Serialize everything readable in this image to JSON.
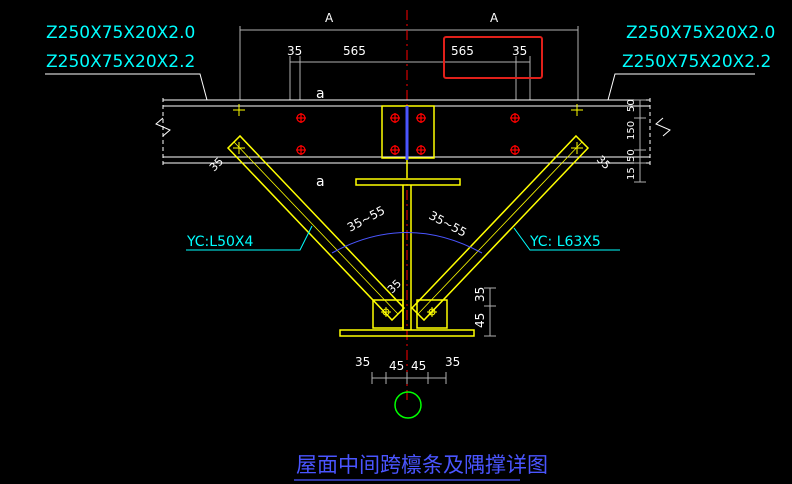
{
  "drawing": {
    "title": "屋面中间跨檩条及隅撑详图",
    "purlin_left_1": "Z250X75X20X2.0",
    "purlin_left_2": "Z250X75X20X2.2",
    "purlin_right_1": "Z250X75X20X2.0",
    "purlin_right_2": "Z250X75X20X2.2",
    "brace_left": "YC:L50X4",
    "brace_right": "YC: L63X5",
    "dim_a_left": "A",
    "dim_a_right": "A",
    "dim_35_tl": "35",
    "dim_565_l": "565",
    "dim_565_r": "565",
    "dim_35_tr": "35",
    "label_a_top": "a",
    "label_a_bottom": "a",
    "angle_left": "35~55",
    "angle_right": "35~55",
    "dim_35_left_end": "35",
    "dim_35_right_end": "35",
    "dim_50_a": "50",
    "dim_150": "150",
    "dim_50_b": "50",
    "dim_15": "15",
    "dim_35_mid": "35",
    "dim_35_vert": "35",
    "dim_45_vert": "45",
    "dim_35_bl": "35",
    "dim_45_bl": "45",
    "dim_45_br": "45",
    "dim_35_br": "35"
  },
  "colors": {
    "background": "#000000",
    "text_cyan": "#00ffff",
    "steel_yellow": "#ffff00",
    "bolt_red": "#ff0000",
    "dim_white": "#ffffff",
    "title_blue": "#4a55ff",
    "grid_gray": "#b0b0b0",
    "highlight_red": "#e0201a",
    "circle_green": "#00ff00"
  }
}
